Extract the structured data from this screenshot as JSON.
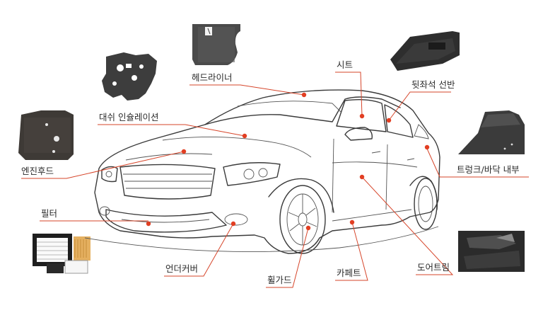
{
  "colors": {
    "accent": "#e23e22",
    "line": "#d6452a",
    "outline": "#3a3a3a"
  },
  "labels": {
    "headliner": "헤드라이너",
    "dash_insulation": "대쉬 인슐레이션",
    "engine_hood": "엔진후드",
    "filter": "필터",
    "under_cover": "언더커버",
    "wheel_guard": "휠가드",
    "carpet": "카페트",
    "door_trim": "도어트림",
    "trunk_floor": "트렁크/바닥 내부",
    "rear_shelf": "뒷좌석 선반",
    "seat": "시트"
  },
  "product_photos": [
    "headliner-panel",
    "dash-insulation-pad",
    "engine-hood-insulator",
    "filter-set",
    "rear-shelf-panel",
    "trunk-floor-panel",
    "door-trim-panel"
  ]
}
